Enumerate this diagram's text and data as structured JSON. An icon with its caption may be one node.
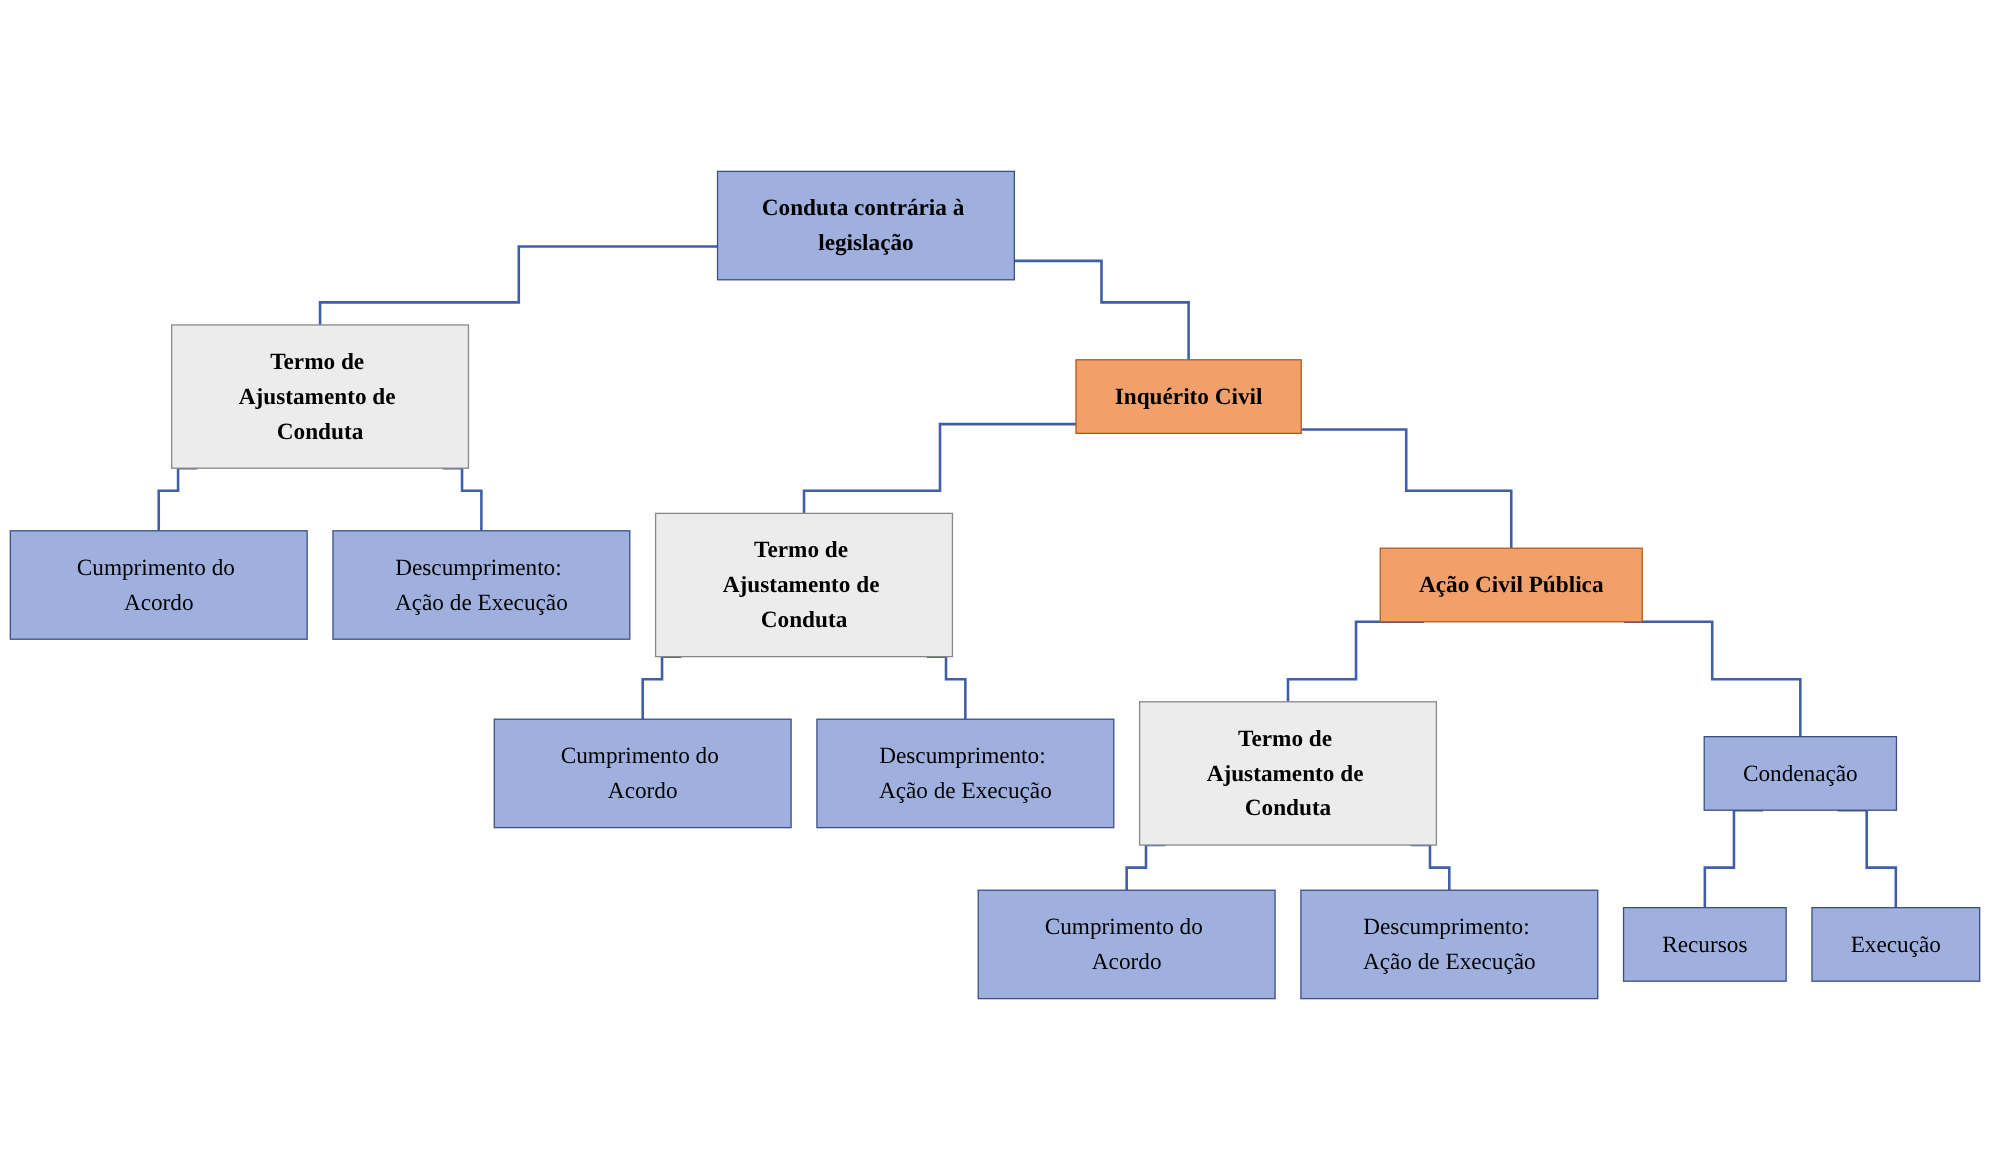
{
  "diagram": {
    "nodes": [
      {
        "text": [
          "Conduta contrária à legislação"
        ]
      },
      {
        "text": [
          "Inquérito Civil"
        ]
      },
      {
        "text": [
          "Termo de Ajustamento de Conduta"
        ]
      },
      {
        "text": [
          "Cumprimento do Acordo"
        ]
      },
      {
        "text": [
          "Descumprimento: Ação de Execução"
        ]
      },
      {
        "text": [
          "Ação Civil Pública"
        ]
      },
      {
        "text": [
          "Termo de Ajustamento de Conduta"
        ]
      },
      {
        "text": [
          "Cumprimento do Acordo"
        ]
      },
      {
        "text": [
          "Descumprimento: Ação de Execução"
        ]
      },
      {
        "text": [
          "Termo de Ajustamento de Conduta"
        ]
      },
      {
        "text": [
          "Condenação"
        ]
      },
      {
        "text": [
          "Cumprimento do Acordo"
        ]
      },
      {
        "text": [
          "Descumprimento: Ação de Execução"
        ]
      },
      {
        "text": [
          "Recursos"
        ]
      },
      {
        "text": [
          "Execução"
        ]
      }
    ],
    "edges": [
      {
        "from": 0,
        "to": 1,
        "arrow": "none"
      },
      {
        "from": 0,
        "to": 2,
        "arrow": "none"
      },
      {
        "from": 2,
        "to": 3,
        "arrow": "none"
      },
      {
        "from": 2,
        "to": 4,
        "arrow": "none"
      },
      {
        "from": 1,
        "to": 5,
        "arrow": "none"
      },
      {
        "from": 1,
        "to": 6,
        "arrow": "none"
      },
      {
        "from": 6,
        "to": 7,
        "arrow": "none"
      },
      {
        "from": 6,
        "to": 8,
        "arrow": "none"
      },
      {
        "from": 5,
        "to": 9,
        "arrow": "none"
      },
      {
        "from": 5,
        "to": 10,
        "arrow": "none"
      },
      {
        "from": 9,
        "to": 11,
        "arrow": "none"
      },
      {
        "from": 9,
        "to": 12,
        "arrow": "none"
      },
      {
        "from": 10,
        "to": 13,
        "arrow": "none"
      },
      {
        "from": 10,
        "to": 14,
        "arrow": "none"
      }
    ]
  }
}
